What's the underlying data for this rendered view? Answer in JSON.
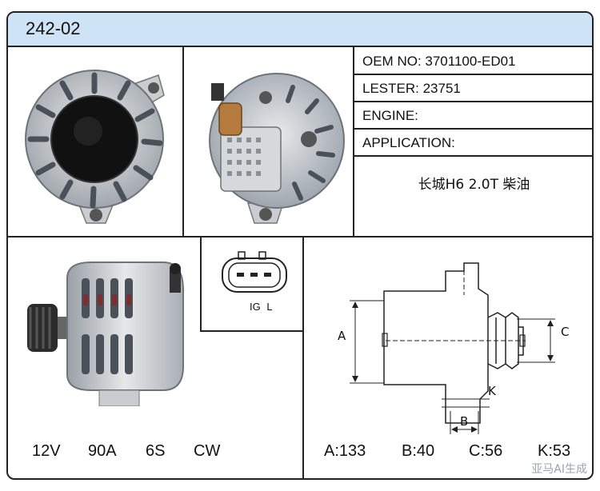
{
  "part_number": "242-02",
  "info": {
    "oem": "OEM NO: 3701100-ED01",
    "lester": "LESTER: 23751",
    "engine": "ENGINE:",
    "application": "APPLICATION:",
    "application_value": "长城H6 2.0T 柴油"
  },
  "connector": {
    "pin_labels": "IG L"
  },
  "specs": {
    "voltage": "12V",
    "current": "90A",
    "pulley": "6S",
    "rotation": "CW"
  },
  "dimension_labels": {
    "a": "A",
    "b": "B",
    "c": "C",
    "k": "K"
  },
  "dimensions": {
    "a": "A:133",
    "b": "B:40",
    "c": "C:56",
    "k": "K:53"
  },
  "watermark": "亚马AI生成"
}
